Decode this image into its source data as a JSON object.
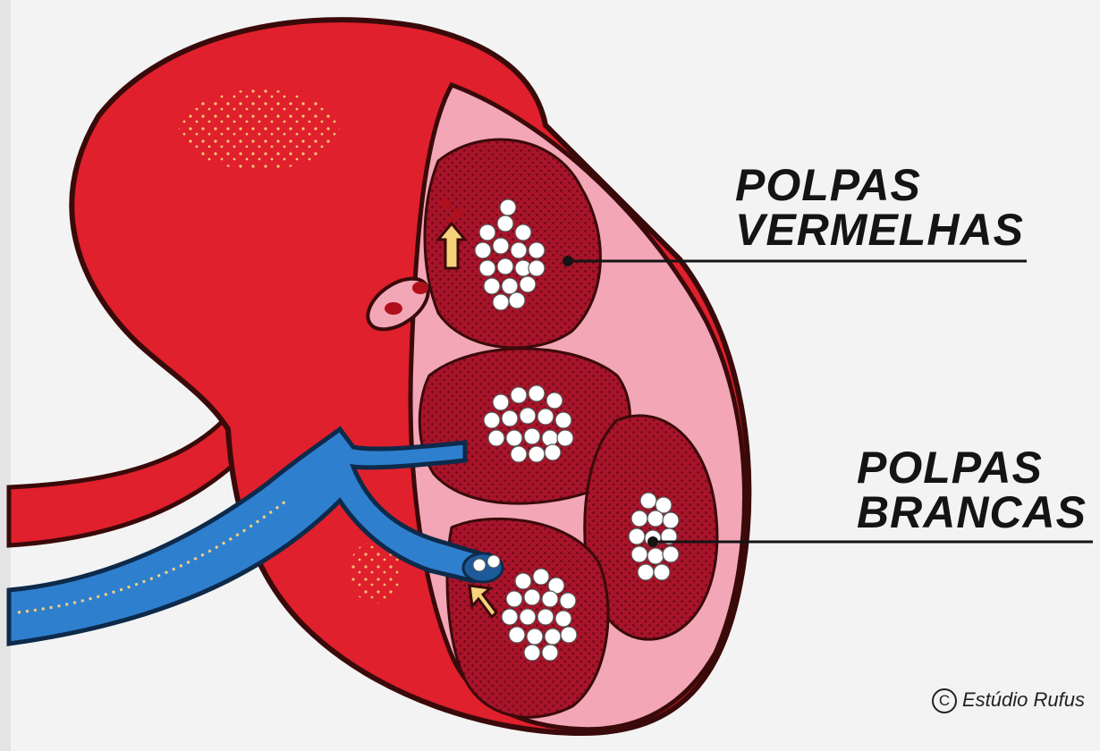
{
  "labels": {
    "red_pulp": {
      "line1": "POLPAS",
      "line2": "VERMELHAS"
    },
    "white_pulp": {
      "line1": "POLPAS",
      "line2": "BRANCAS"
    }
  },
  "credit": {
    "symbol": "C",
    "text": "Estúdio Rufus"
  },
  "colors": {
    "organ_red": "#e0202c",
    "pulp_dark": "#a8142a",
    "capsule_pink": "#f2a6b6",
    "vein_blue": "#2f7fcf",
    "white_pulp": "#ffffff",
    "label_text": "#141414"
  }
}
